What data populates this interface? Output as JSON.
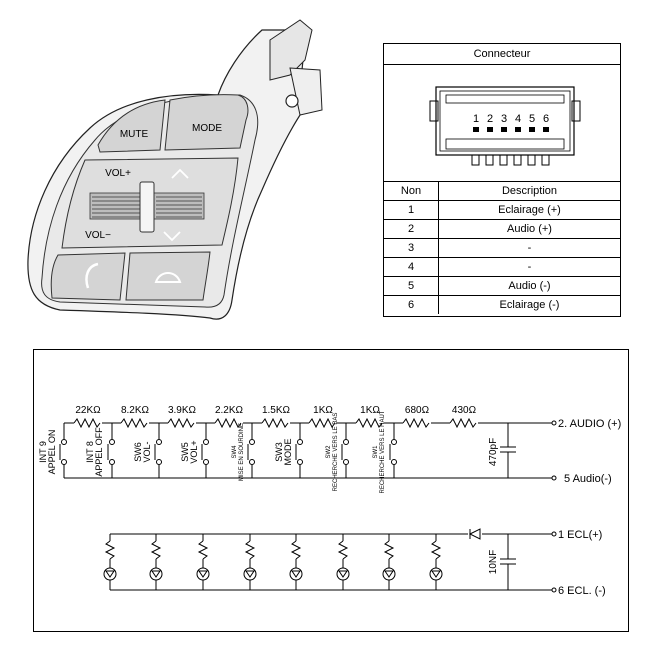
{
  "connector": {
    "title": "Connecteur",
    "pin_numbers": [
      "1",
      "2",
      "3",
      "4",
      "5",
      "6"
    ]
  },
  "pin_table": {
    "headers": [
      "Non",
      "Description"
    ],
    "rows": [
      {
        "pin": "1",
        "description": "Eclairage (+)"
      },
      {
        "pin": "2",
        "description": "Audio (+)"
      },
      {
        "pin": "3",
        "description": "-"
      },
      {
        "pin": "4",
        "description": "-"
      },
      {
        "pin": "5",
        "description": "Audio (-)"
      },
      {
        "pin": "6",
        "description": "Eclairage (-)"
      }
    ]
  },
  "switch_panel": {
    "mute_label": "MUTE",
    "mode_label": "MODE",
    "vol_up_label": "VOL+",
    "vol_down_label": "VOL−"
  },
  "schematic": {
    "resistors": [
      "22KΩ",
      "8.2KΩ",
      "3.9KΩ",
      "2.2KΩ",
      "1.5KΩ",
      "1KΩ",
      "1KΩ",
      "680Ω",
      "430Ω"
    ],
    "switches": [
      {
        "id": "INT 9",
        "name": "APPEL ON"
      },
      {
        "id": "INT 8",
        "name": "APPEL OFF"
      },
      {
        "id": "SW6",
        "name": "VOL-"
      },
      {
        "id": "SW5",
        "name": "VOL+"
      },
      {
        "id": "SW4",
        "name": "MISE EN SOURDINE"
      },
      {
        "id": "SW3",
        "name": "MODE"
      },
      {
        "id": "SW2",
        "name": "RECHERCHE VERS LE BAS"
      },
      {
        "id": "SW1",
        "name": "RECHERCHE VERS LE HAUT"
      }
    ],
    "capacitor_audio": "470pF",
    "capacitor_ecl": "10NF",
    "terminals": {
      "audio_plus": "2. AUDIO (+)",
      "audio_minus": "5 Audio(-)",
      "ecl_plus": "1 ECL(+)",
      "ecl_minus": "6 ECL. (-)"
    }
  }
}
